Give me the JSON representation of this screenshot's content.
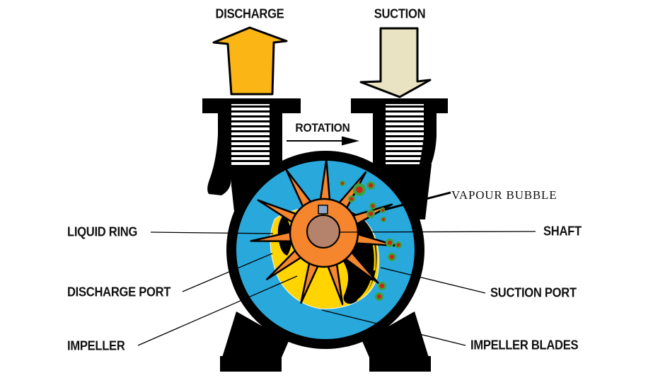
{
  "labels": {
    "discharge": "DISCHARGE",
    "suction": "SUCTION",
    "rotation": "ROTATION",
    "vapour_bubble": "VAPOUR BUBBLE",
    "liquid_ring": "LIQUID RING",
    "shaft": "SHAFT",
    "discharge_port": "DISCHARGE PORT",
    "suction_port": "SUCTION PORT",
    "impeller": "IMPELLER",
    "impeller_blades": "IMPELLER BLADES"
  },
  "colors": {
    "liquid": "#29A8DC",
    "impeller": "#F5862D",
    "gas": "#FFD400",
    "shaft": "#B5826B",
    "key": "#8FA8C8",
    "discharge_arrow": "#FBB515",
    "suction_arrow": "#EAE3C1",
    "bubble_ring": "#3BA33D",
    "bubble_core": "#CC2418",
    "outline": "#000000"
  }
}
